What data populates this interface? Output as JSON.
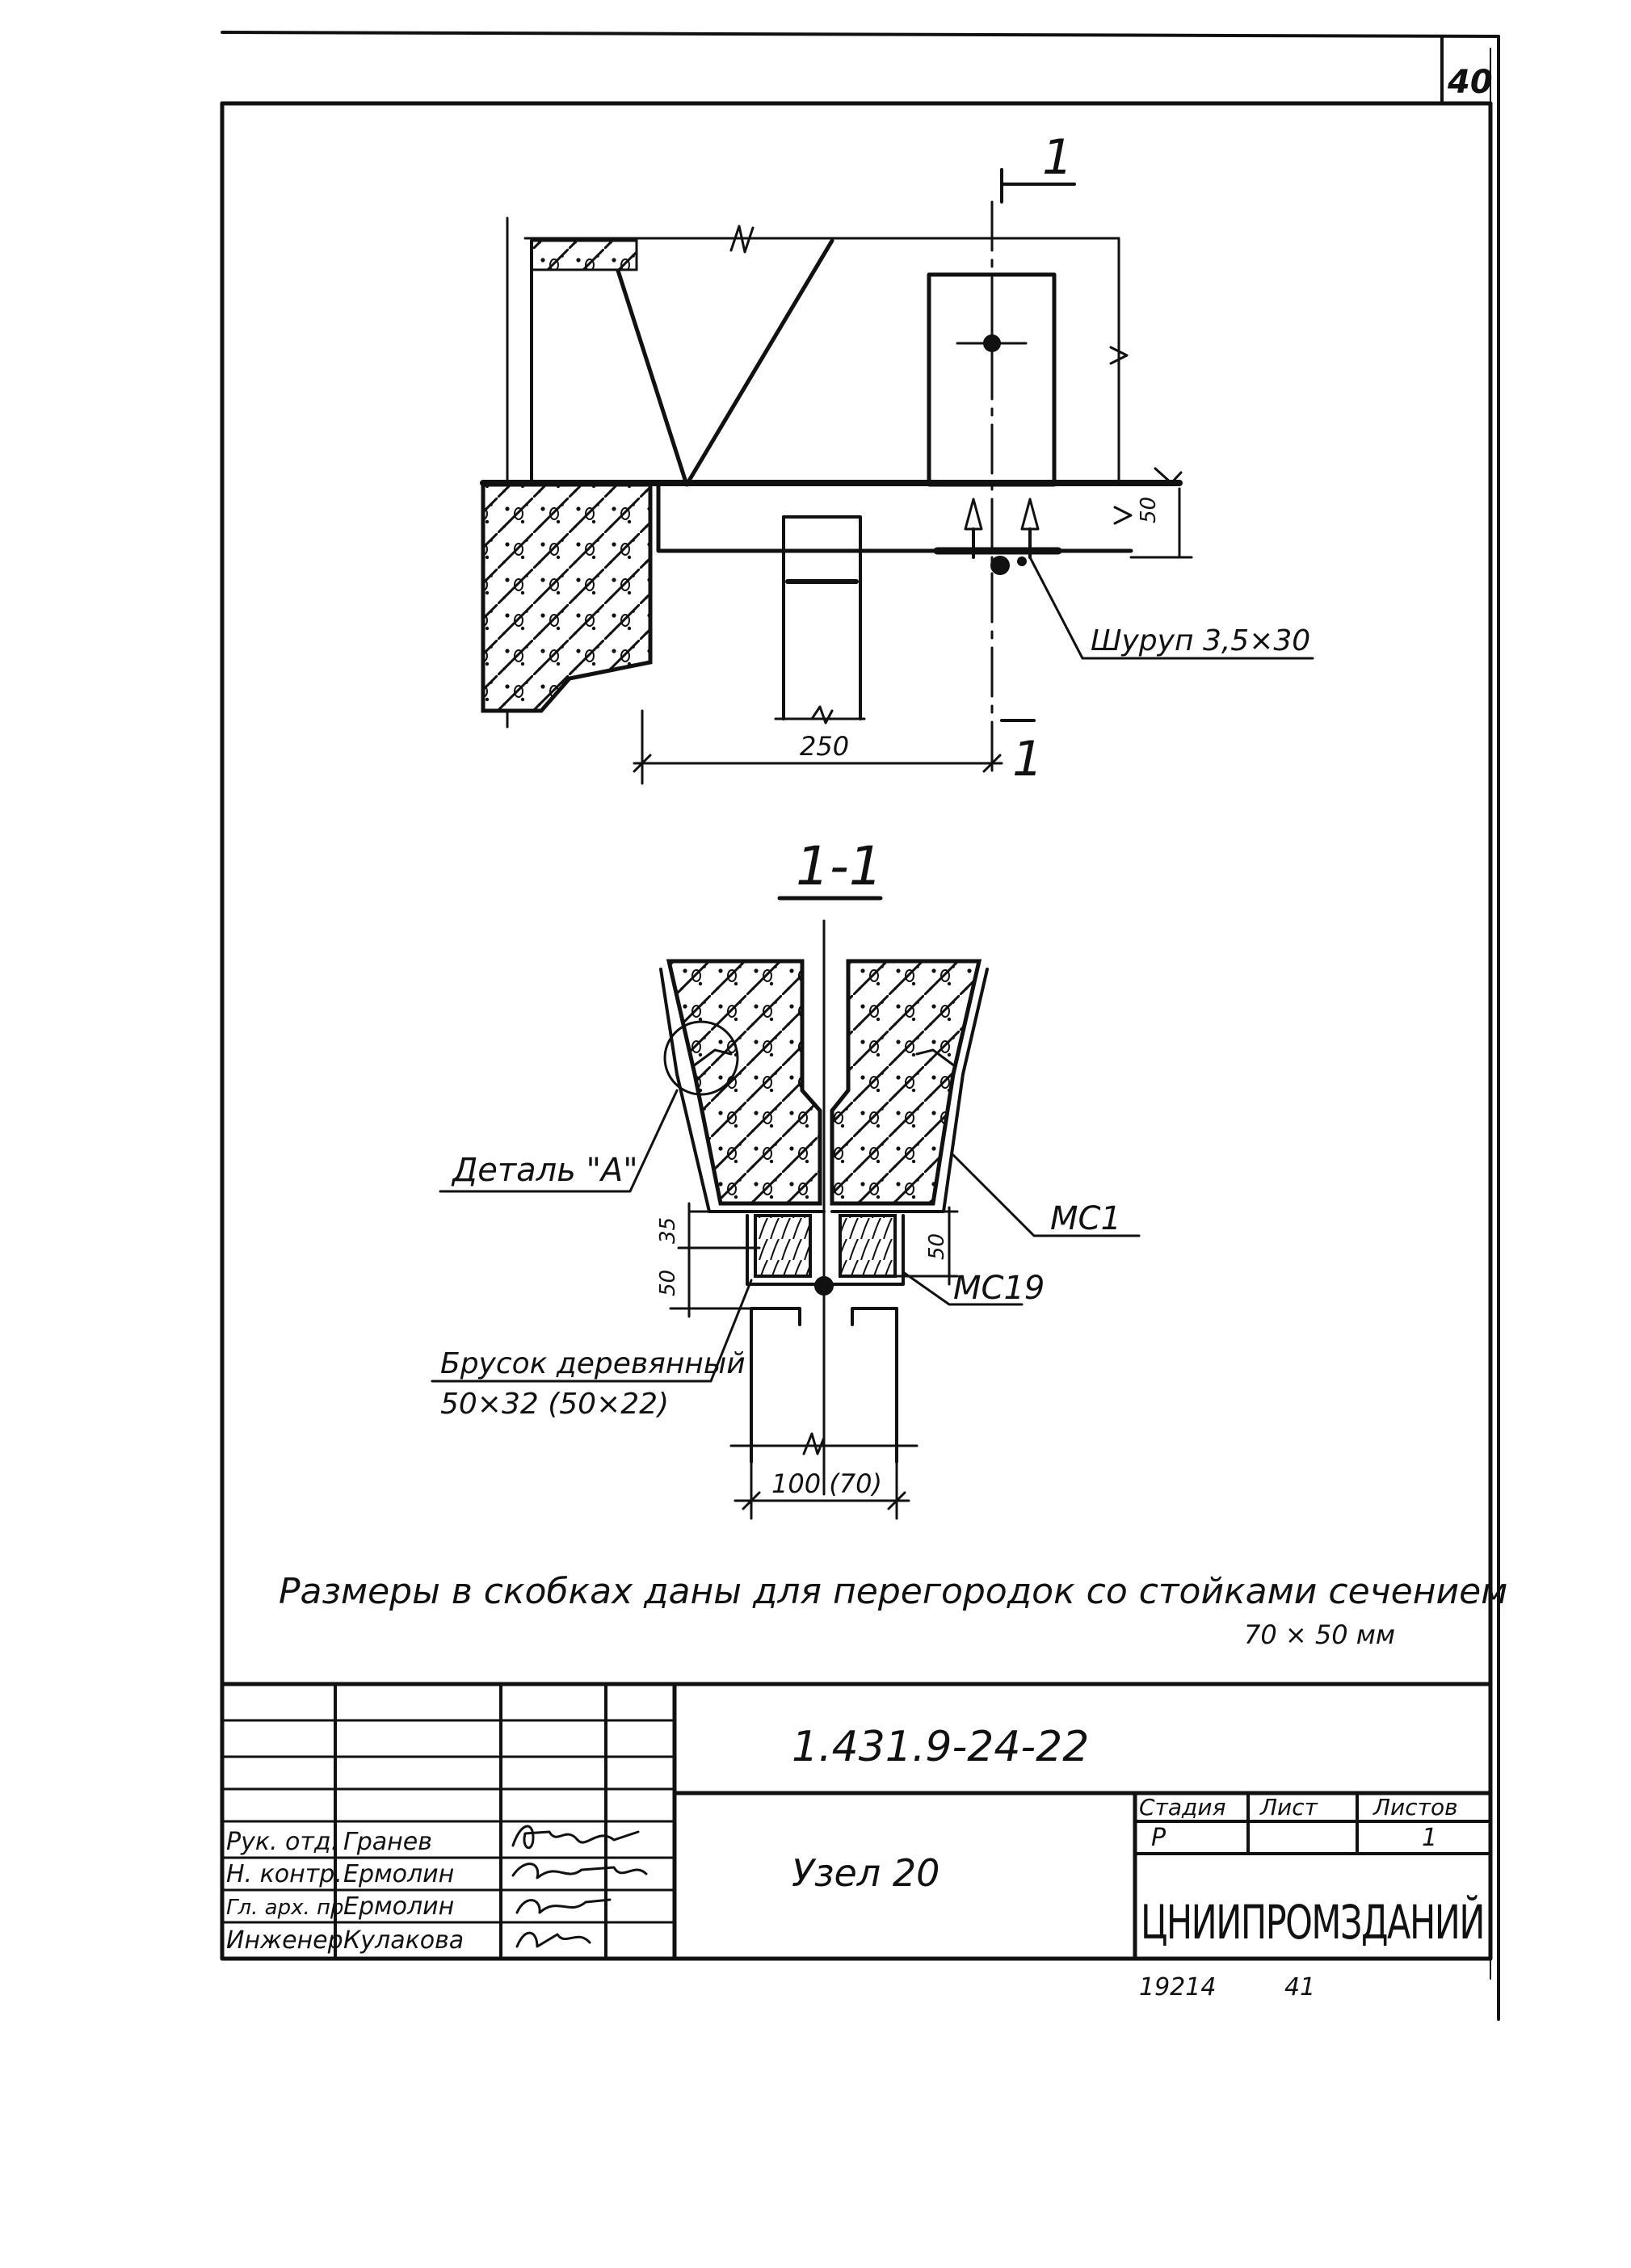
{
  "page_number": "40",
  "plan": {
    "section_mark": "1",
    "dim_250": "250",
    "dim_50": "50",
    "screw_label": "Шуруп 3,5×30"
  },
  "section": {
    "title": "1-1",
    "detail_label": "Деталь \"A\"",
    "mc1_label": "МС1",
    "mc19_label": "МС19",
    "dim_35": "35",
    "dim_50_left": "50",
    "dim_50_right": "50",
    "bar_label_1": "Брусок деревянный",
    "bar_label_2": "50×32 (50×22)",
    "dim_bottom": "100 (70)"
  },
  "note": {
    "line1": "Размеры в скобках даны для перегородок со стойками сечением",
    "line2": "70 × 50 мм"
  },
  "title_block": {
    "doc_code": "1.431.9-24-22",
    "sheet_title": "Узел 20",
    "org": "ЦНИИПРОМЗДАНИЙ",
    "stage_header": "Стадия",
    "sheet_header": "Лист",
    "sheets_header": "Листов",
    "stage_value": "Р",
    "sheets_value": "1",
    "people": [
      {
        "role": "Рук. отд.",
        "name": "Гранев"
      },
      {
        "role": "Н. контр.",
        "name": "Ермолин"
      },
      {
        "role": "Гл. арх. пр.",
        "name": "Ермолин"
      },
      {
        "role": "Инженер",
        "name": "Кулакова"
      }
    ]
  },
  "footer": {
    "inv_number": "19214",
    "page_ref": "41"
  }
}
